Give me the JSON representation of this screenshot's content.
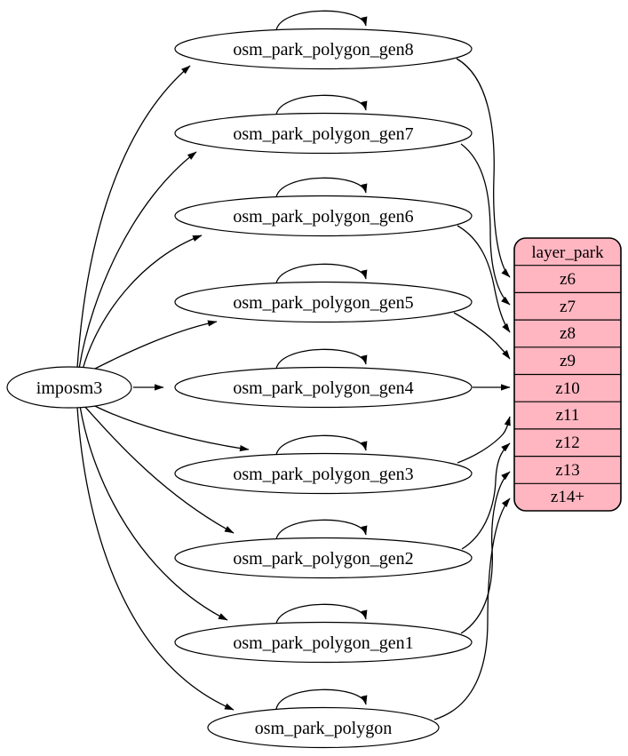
{
  "diagram": {
    "imposm_node": {
      "label": "imposm3"
    },
    "generalization_nodes": [
      {
        "label": "osm_park_polygon_gen8",
        "feeds_zoom": "z6"
      },
      {
        "label": "osm_park_polygon_gen7",
        "feeds_zoom": "z7"
      },
      {
        "label": "osm_park_polygon_gen6",
        "feeds_zoom": "z8"
      },
      {
        "label": "osm_park_polygon_gen5",
        "feeds_zoom": "z9"
      },
      {
        "label": "osm_park_polygon_gen4",
        "feeds_zoom": "z10"
      },
      {
        "label": "osm_park_polygon_gen3",
        "feeds_zoom": "z11"
      },
      {
        "label": "osm_park_polygon_gen2",
        "feeds_zoom": "z12"
      },
      {
        "label": "osm_park_polygon_gen1",
        "feeds_zoom": "z13"
      },
      {
        "label": "osm_park_polygon",
        "feeds_zoom": "z14+"
      }
    ],
    "layer_table": {
      "header": "layer_park",
      "rows": [
        "z6",
        "z7",
        "z8",
        "z9",
        "z10",
        "z11",
        "z12",
        "z13",
        "z14+"
      ]
    },
    "colors": {
      "table_fill": "#ffb6c1",
      "node_fill": "#ffffff",
      "edge_color": "#000000"
    }
  }
}
